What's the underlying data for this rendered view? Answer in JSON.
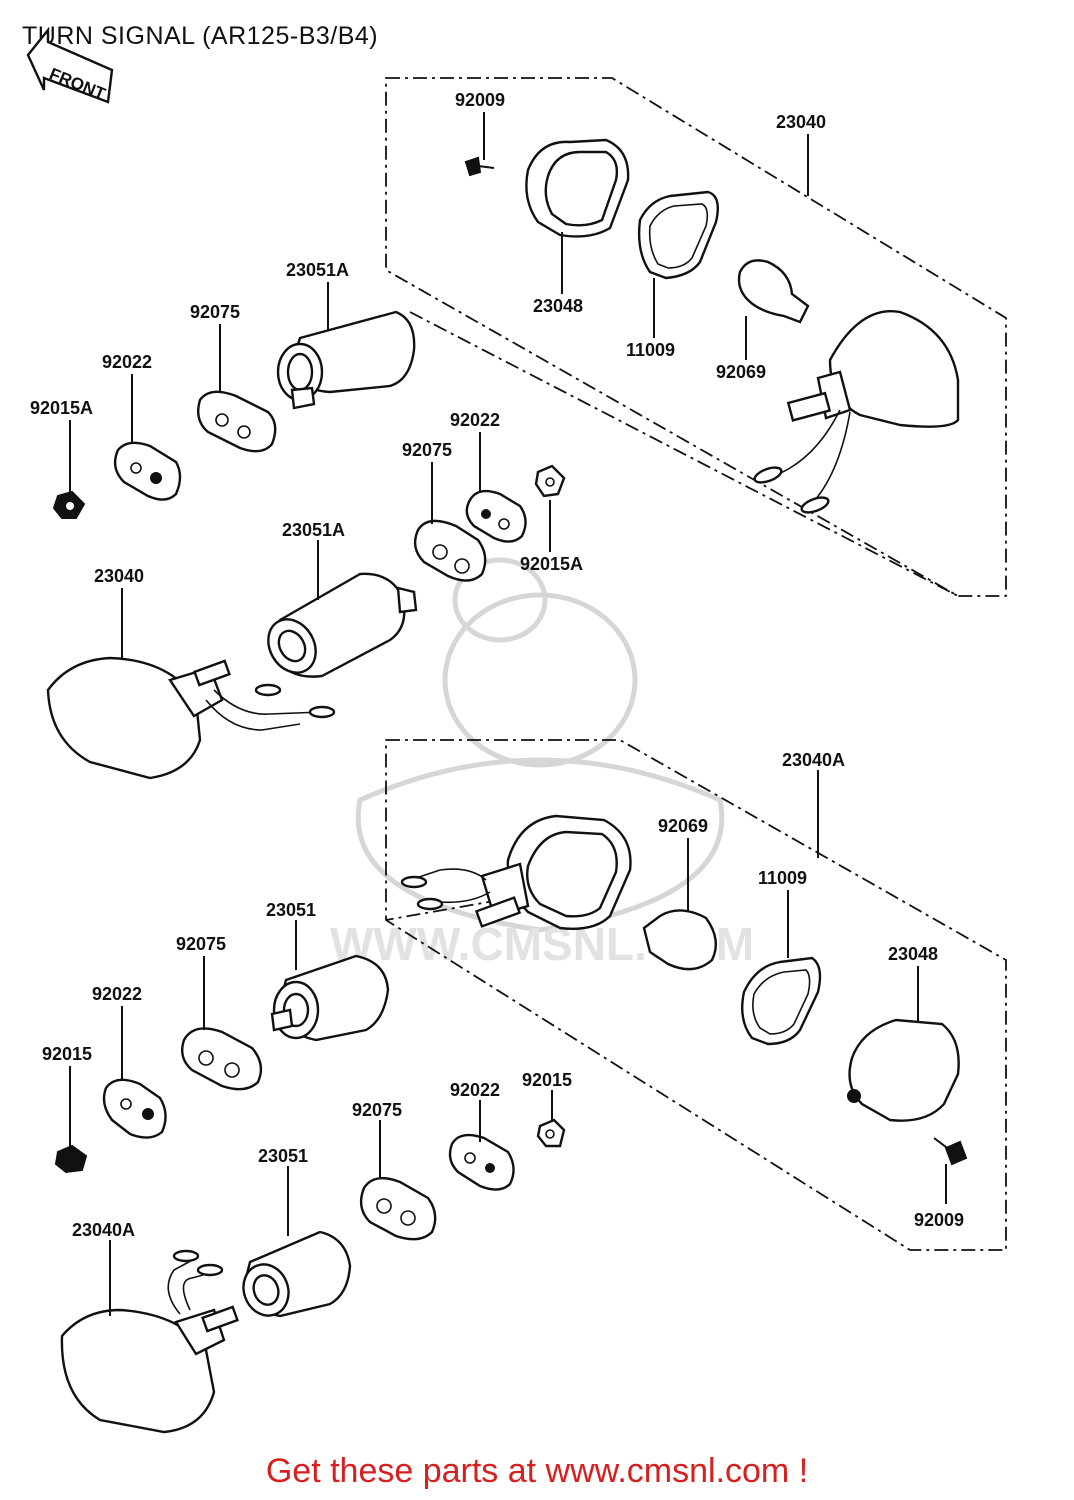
{
  "title": "TURN SIGNAL (AR125-B3/B4)",
  "front_marker": "FRONT",
  "watermark": "WWW.CMSNL.COM",
  "footer": "Get these parts at www.cmsnl.com !",
  "colors": {
    "footer_text": "#d62020",
    "line_art": "#111111",
    "background": "#ffffff"
  },
  "labels": {
    "top_92009": "92009",
    "top_23040": "23040",
    "top_23048": "23048",
    "top_11009": "11009",
    "top_92069": "92069",
    "left_23051A": "23051A",
    "left_92075": "92075",
    "left_92022": "92022",
    "left_92015A": "92015A",
    "mid_92022": "92022",
    "mid_92075": "92075",
    "mid_92015A": "92015A",
    "mid_23051A": "23051A",
    "mid_23040": "23040",
    "low_23040A": "23040A",
    "low_92069": "92069",
    "low_11009": "11009",
    "low_23051": "23051",
    "low_92075": "92075",
    "low_23048": "23048",
    "low_92022": "92022",
    "low_92015": "92015",
    "bot_92015": "92015",
    "bot_92022": "92022",
    "bot_92075": "92075",
    "bot_23051": "23051",
    "bot_92009": "92009",
    "bot_23040A": "23040A"
  }
}
